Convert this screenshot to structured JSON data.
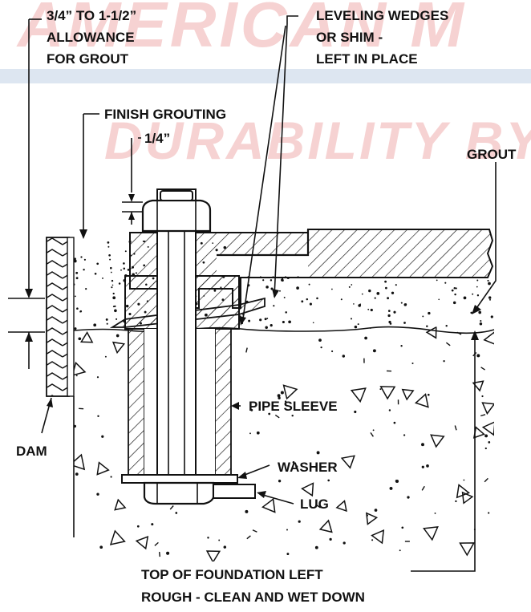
{
  "watermark": {
    "line1": "AMERICAN M",
    "line2": "DURABILITY BY",
    "color": "#f6d2d2",
    "band_color": "#dde6f1"
  },
  "labels": {
    "allowance": [
      "3/4” TO 1-1/2”",
      "ALLOWANCE",
      "FOR GROUT"
    ],
    "leveling": [
      "LEVELING WEDGES",
      "OR SHIM -",
      "LEFT IN PLACE"
    ],
    "finish_grouting": "FINISH GROUTING",
    "quarter_inch": "1/4”",
    "grout": "GROUT",
    "pipe_sleeve": "PIPE SLEEVE",
    "dam": "DAM",
    "washer": "WASHER",
    "lug": "LUG",
    "foundation": [
      "TOP OF FOUNDATION LEFT",
      "ROUGH - CLEAN AND WET DOWN"
    ]
  }
}
